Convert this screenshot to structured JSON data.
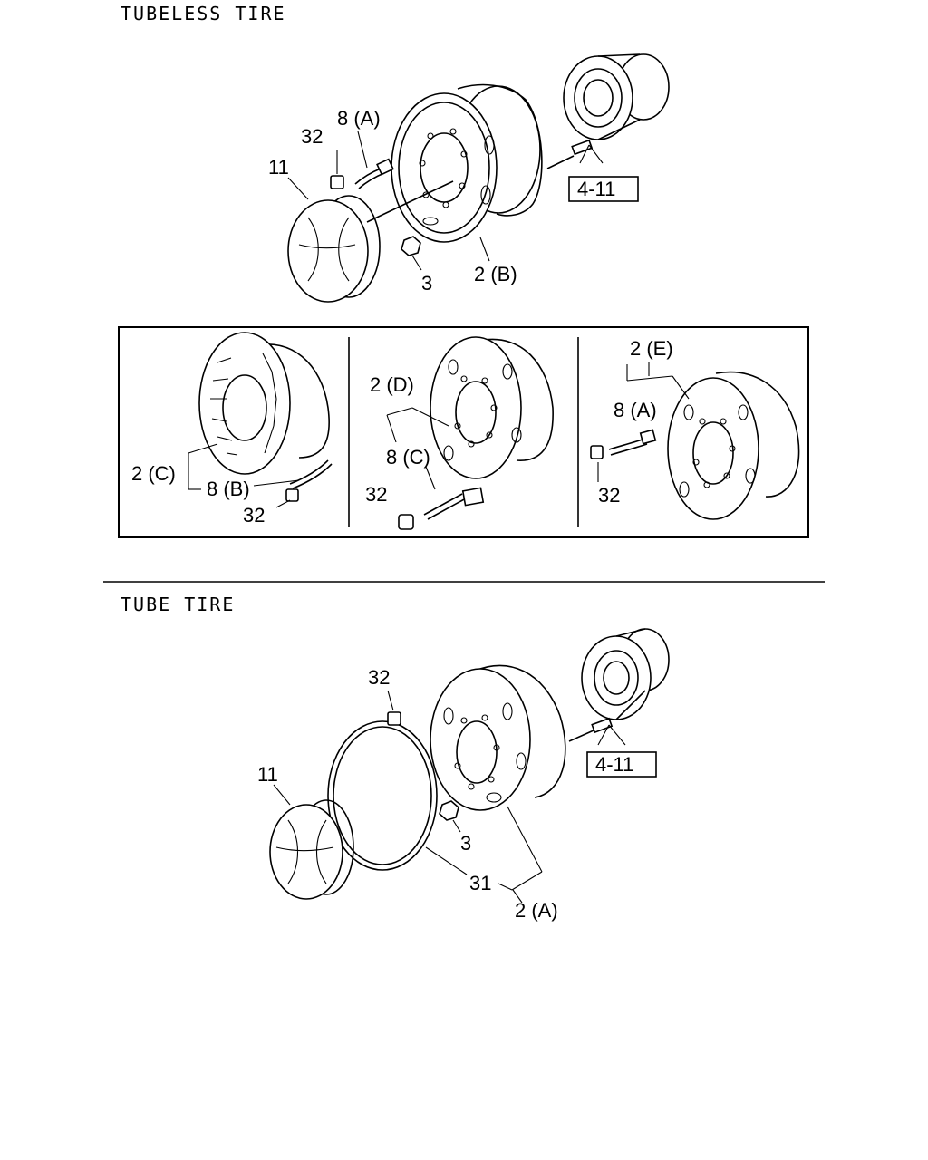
{
  "sections": {
    "tubeless": {
      "title": "TUBELESS TIRE"
    },
    "tube": {
      "title": "TUBE TIRE"
    }
  },
  "labels": {
    "top": {
      "p32": "32",
      "p8a": "8 (A)",
      "p11": "11",
      "p3": "3",
      "p2b": "2 (B)",
      "ref": "4-11"
    },
    "box_left": {
      "p2c": "2 (C)",
      "p8b": "8 (B)",
      "p32": "32"
    },
    "box_mid": {
      "p2d": "2 (D)",
      "p8c": "8 (C)",
      "p32": "32"
    },
    "box_right": {
      "p2e": "2 (E)",
      "p8a": "8 (A)",
      "p32": "32"
    },
    "bottom": {
      "p32": "32",
      "p11": "11",
      "p3": "3",
      "p31": "31",
      "p2a": "2 (A)",
      "ref": "4-11"
    }
  }
}
